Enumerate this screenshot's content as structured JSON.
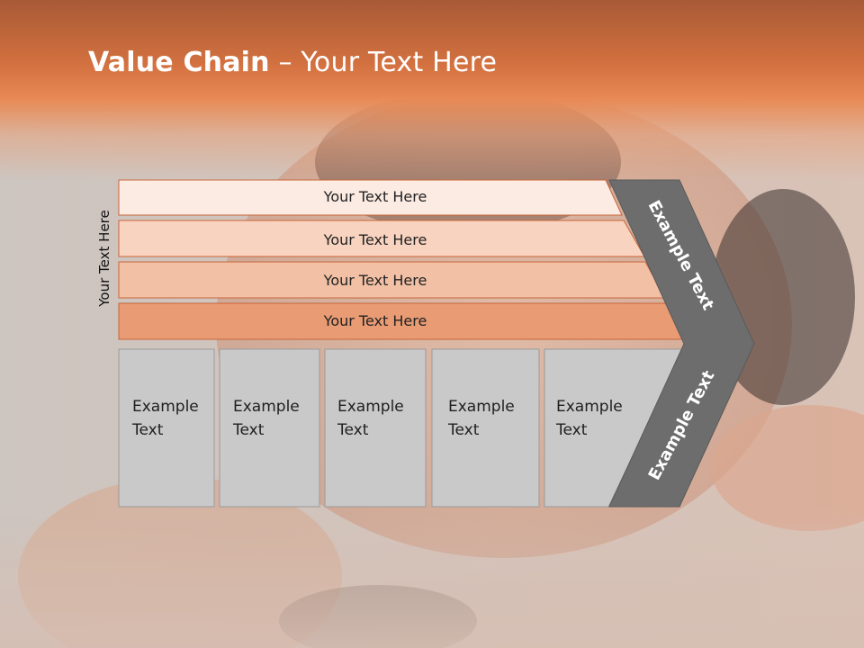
{
  "slide": {
    "title_bold": "Value Chain",
    "title_rest": " – Your Text Here",
    "side_label": "Your Text Here"
  },
  "bars": [
    {
      "label": "Your Text Here",
      "fill": "#fcebe3"
    },
    {
      "label": "Your Text Here",
      "fill": "#f8d3bf"
    },
    {
      "label": "Your Text Here",
      "fill": "#f2c0a5"
    },
    {
      "label": "Your Text Here",
      "fill": "#e99b74"
    }
  ],
  "boxes": [
    {
      "line1": "Example",
      "line2": "Text"
    },
    {
      "line1": "Example",
      "line2": "Text"
    },
    {
      "line1": "Example",
      "line2": "Text"
    },
    {
      "line1": "Example",
      "line2": "Text"
    },
    {
      "line1": "Example",
      "line2": "Text"
    }
  ],
  "chevron": {
    "upper_label": "Example Text",
    "lower_label": "Example Text",
    "color": "#6d6d6d"
  },
  "colors": {
    "accent": "#e0733f",
    "box_fill": "#c9c9c9",
    "bar_stroke": "#c8663a"
  }
}
